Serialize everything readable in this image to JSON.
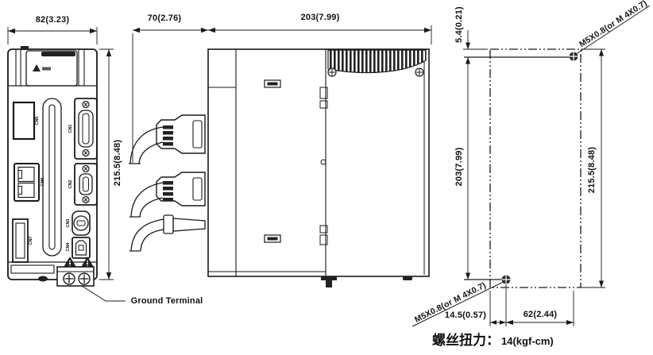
{
  "drawing": {
    "front_view": {
      "dim_width": "82(3.23)",
      "dim_height": "215.5(8.48)",
      "ground_terminal_label": "Ground Terminal",
      "connector_labels": {
        "cn5": "CN5",
        "cn6": "CN6",
        "cn7": "CN7",
        "cn1": "CN1",
        "cn2": "CN2",
        "cn3": "CN3",
        "cn4": "CN4"
      }
    },
    "side_view": {
      "dim_connector_depth": "70(2.76)",
      "dim_body_depth": "203(7.99)"
    },
    "rear_view": {
      "dim_top_hole_offset": "5.4(0.21)",
      "dim_hole_spacing_v": "203(7.99)",
      "dim_total_height": "215.5(8.48)",
      "dim_hole_inset_h": "14.5(0.57)",
      "dim_hole_spacing_h": "62(2.44)",
      "screw_spec_top": "M5X0.8(or M 4X0.7)",
      "screw_spec_bottom": "M5X0.8(or M 4X0.7)"
    },
    "note": {
      "torque_label": "螺丝扭力：",
      "torque_value": "14(kgf-cm)"
    },
    "colors": {
      "line": "#1a1a1a",
      "background": "#ffffff"
    }
  }
}
